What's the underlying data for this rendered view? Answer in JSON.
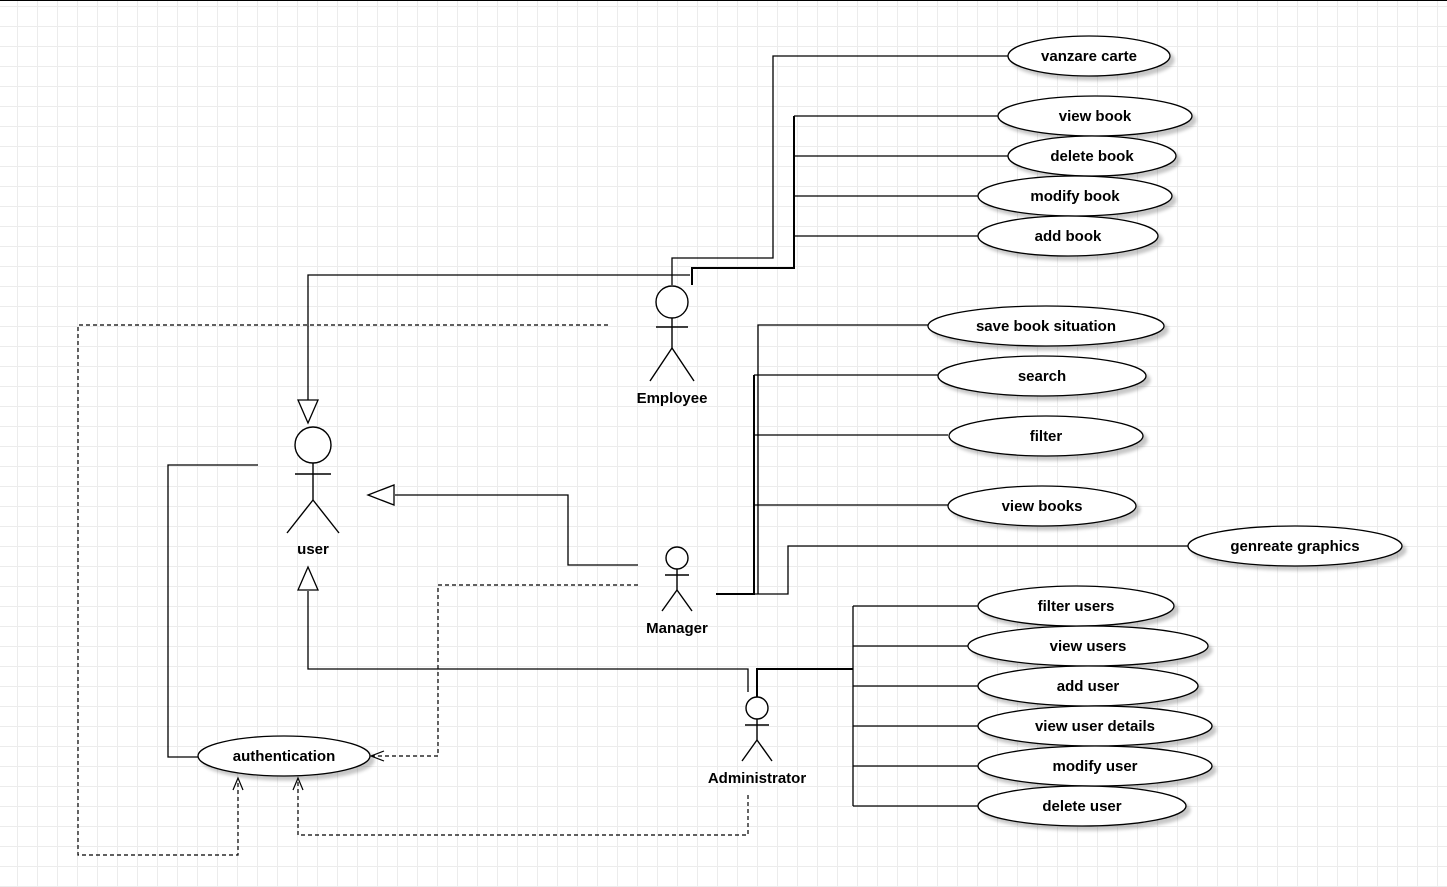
{
  "diagram": {
    "actors": {
      "user": "user",
      "employee": "Employee",
      "manager": "Manager",
      "administrator": "Administrator"
    },
    "use_cases": {
      "vanzare_carte": "vanzare carte",
      "view_book": "view book",
      "delete_book": "delete book",
      "modify_book": "modify book",
      "add_book": "add book",
      "save_book_situation": "save book situation",
      "search": "search",
      "filter": "filter",
      "view_books": "view books",
      "genreate_graphics": "genreate graphics",
      "filter_users": "filter users",
      "view_users": "view users",
      "add_user": "add user",
      "view_user_details": "view user details",
      "modify_user": "modify user",
      "delete_user": "delete user",
      "authentication": "authentication"
    }
  }
}
